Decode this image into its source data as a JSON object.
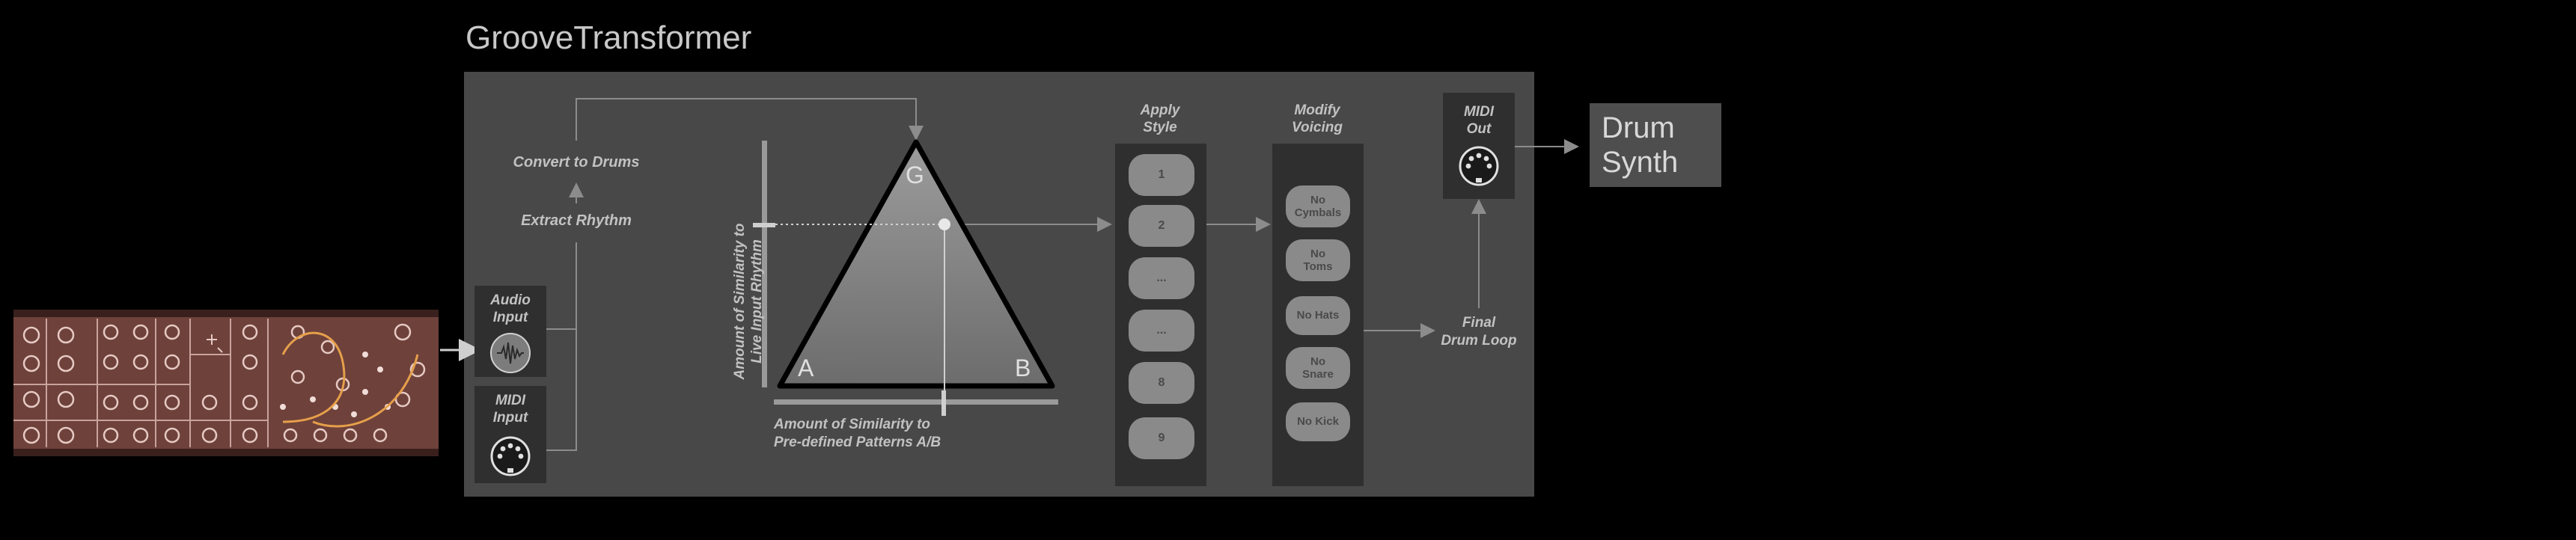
{
  "title": "GrooveTransformer",
  "inputs": {
    "audio_label": "Audio Input",
    "midi_label": "MIDI Input"
  },
  "steps": {
    "extract_rhythm": "Extract Rhythm",
    "convert_to_drums": "Convert to Drums"
  },
  "triangle": {
    "vertex_top": "G",
    "vertex_left": "A",
    "vertex_right": "B",
    "y_axis_label_line1": "Amount of Similarity to",
    "y_axis_label_line2": "Live Input Rhythm",
    "x_axis_label_line1": "Amount of Similarity to",
    "x_axis_label_line2": "Pre-defined Patterns A/B"
  },
  "apply_style": {
    "header_line1": "Apply",
    "header_line2": "Style",
    "items": [
      "1",
      "2",
      "...",
      "...",
      "8",
      "9"
    ]
  },
  "modify_voicing": {
    "header_line1": "Modify",
    "header_line2": "Voicing",
    "items": [
      {
        "line1": "No",
        "line2": "Cymbals"
      },
      {
        "line1": "No",
        "line2": "Toms"
      },
      {
        "line1": "No Hats",
        "line2": ""
      },
      {
        "line1": "No",
        "line2": "Snare"
      },
      {
        "line1": "No Kick",
        "line2": ""
      }
    ]
  },
  "final_loop": {
    "line1": "Final",
    "line2": "Drum Loop"
  },
  "midi_out": {
    "line1": "MIDI",
    "line2": "Out"
  },
  "drum_synth": {
    "line1": "Drum",
    "line2": "Synth"
  },
  "colors": {
    "background": "#000000",
    "panel": "#484848",
    "column": "#2f2f2f",
    "modular": "#7a4a44",
    "pill": "#8a8a8a"
  }
}
